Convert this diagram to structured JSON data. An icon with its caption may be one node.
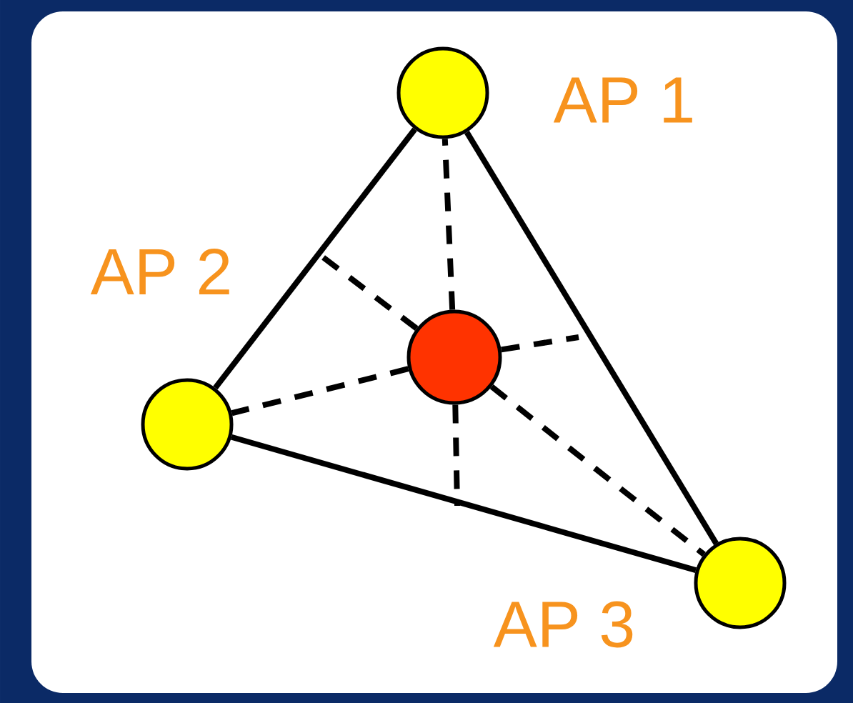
{
  "diagram": {
    "nodes": [
      {
        "text": [],
        "shape": "circle",
        "beside": [
          "AP 1"
        ]
      },
      {
        "text": [],
        "shape": "circle",
        "beside": [
          "AP 2"
        ]
      },
      {
        "text": [],
        "shape": "circle",
        "beside": [
          "AP 3"
        ]
      },
      {
        "text": [],
        "shape": "circle"
      }
    ],
    "edges": [
      {
        "from": 0,
        "to": 1,
        "arrow": "none"
      },
      {
        "from": 1,
        "to": 2,
        "arrow": "none"
      },
      {
        "from": 0,
        "to": 2,
        "arrow": "none"
      },
      {
        "from": 3,
        "to": 0,
        "arrow": "none",
        "style": "dashed"
      },
      {
        "from": 3,
        "to": 1,
        "arrow": "none",
        "style": "dashed"
      },
      {
        "from": 3,
        "to": 2,
        "arrow": "none",
        "style": "dashed"
      },
      {
        "from": 3,
        "to": null,
        "arrow": "none",
        "style": "dashed"
      },
      {
        "from": 3,
        "to": null,
        "arrow": "none",
        "style": "dashed"
      },
      {
        "from": 3,
        "to": null,
        "arrow": "none",
        "style": "dashed"
      }
    ]
  }
}
